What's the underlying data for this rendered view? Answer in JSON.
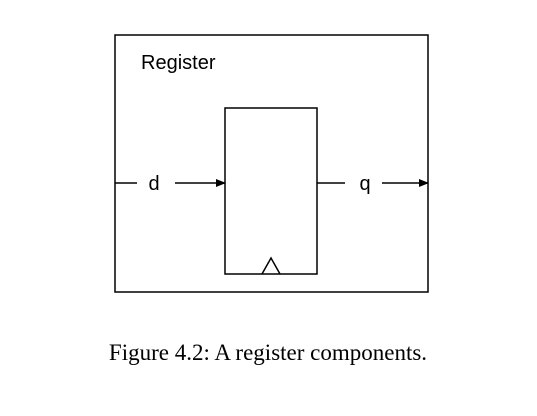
{
  "diagram": {
    "outer_label": "Register",
    "input_label": "d",
    "output_label": "q"
  },
  "caption": "Figure 4.2: A register components."
}
